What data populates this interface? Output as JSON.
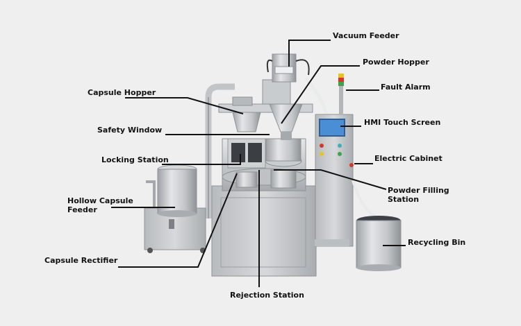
{
  "labels": {
    "vacuum_feeder": "Vacuum Feeder",
    "powder_hopper": "Powder Hopper",
    "fault_alarm": "Fault Alarm",
    "capsule_hopper": "Capsule Hopper",
    "safety_window": "Safety Window",
    "hmi_touch_screen": "HMI Touch Screen",
    "locking_station": "Locking Station",
    "electric_cabinet": "Electric Cabinet",
    "hollow_capsule_feeder": {
      "line1": "Hollow Capsule",
      "line2": "Feeder"
    },
    "powder_filling_station": {
      "line1": "Powder Filling",
      "line2": "Station"
    },
    "recycling_bin": "Recycling Bin",
    "capsule_rectifier": "Capsule Rectifier",
    "rejection_station": "Rejection Station"
  },
  "colors": {
    "background": "#efefef",
    "leader_line": "#111111",
    "steel_light": "#d9dbdd",
    "steel_mid": "#b9bcbf",
    "steel_dark": "#8e9296",
    "screen": "#4a8fd6",
    "alarm_red": "#d8352a",
    "alarm_yellow": "#e7c41f",
    "alarm_green": "#3fa34d"
  }
}
